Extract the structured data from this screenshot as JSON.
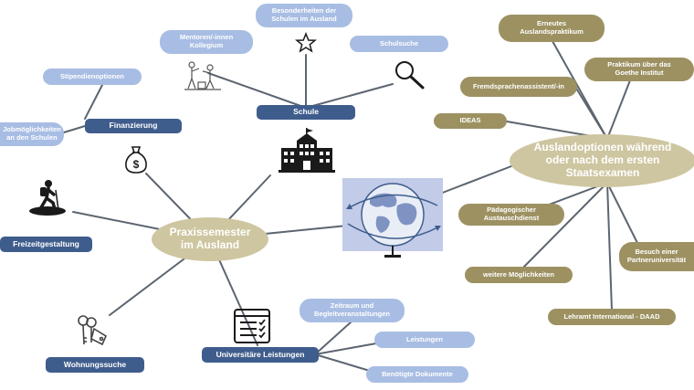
{
  "colors": {
    "line": "#5c6570",
    "navy": "#3f5d8c",
    "light_blue": "#a8bde3",
    "olive": "#9d9162",
    "hub": "#cec6a1",
    "icon_dark": "#1a1a1a"
  },
  "hubs": {
    "center": "Praxissemester\nim Ausland",
    "right": "Auslandoptionen während\noder nach dem ersten\nStaatsexamen"
  },
  "left_branches": {
    "schule": "Schule",
    "finanzierung": "Finanzierung",
    "freizeit": "Freizeitgestaltung",
    "wohnung": "Wohnungssuche",
    "uni_leistungen": "Universitäre Leistungen"
  },
  "sub_items": {
    "besonderheiten": "Besonderheiten der\nSchulen im Ausland",
    "mentoren": "Mentoren/-innen\nKollegium",
    "schulsuche": "Schulsuche",
    "stipendien": "Stipendienoptionen",
    "jobmoeglichkeiten": "Jobmöglichkeiten\nan den Schulen",
    "zeitraum": "Zeitraum und\nBegleitveranstaltungen",
    "leistungen": "Leistungen",
    "dokumente": "Benötigte Dokumente"
  },
  "right_items": {
    "erneutes": "Erneutes\nAuslandspraktikum",
    "goethe": "Praktikum über das\nGoethe Institut",
    "fremdsprachen": "Fremdsprachenassistent/-in",
    "ideas": "IDEAS",
    "paedagogisch": "Pädagogischer\nAustauschdienst",
    "besuch": "Besuch einer\nPartneruniversität",
    "weitere": "weitere Möglichkeiten",
    "lehramt": "Lehramt International - DAAD"
  },
  "icons": [
    "star-icon",
    "magnifier-icon",
    "mentoring-icon",
    "school-building-icon",
    "money-bag-icon",
    "hiker-icon",
    "keys-icon",
    "checklist-icon",
    "globe-icon"
  ]
}
